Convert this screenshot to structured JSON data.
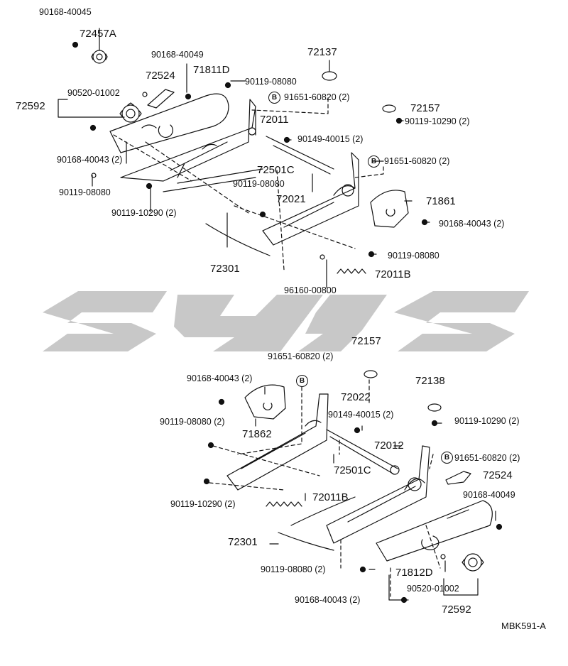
{
  "diagram_code": "MBK591-A",
  "bolt_symbol": "B",
  "upper_assembly": {
    "parts": [
      {
        "id": "p-90168-40045",
        "text": "90168-40045"
      },
      {
        "id": "p-72457a",
        "text": "72457A"
      },
      {
        "id": "p-90168-40049",
        "text": "90168-40049"
      },
      {
        "id": "p-72137",
        "text": "72137"
      },
      {
        "id": "p-72524",
        "text": "72524"
      },
      {
        "id": "p-71811d",
        "text": "71811D"
      },
      {
        "id": "p-90119-08080-a",
        "text": "90119-08080"
      },
      {
        "id": "p-90520-01002",
        "text": "90520-01002"
      },
      {
        "id": "p-72592",
        "text": "72592"
      },
      {
        "id": "p-91651-60820-a",
        "text": "91651-60820 (2)"
      },
      {
        "id": "p-72157",
        "text": "72157"
      },
      {
        "id": "p-72011",
        "text": "72011"
      },
      {
        "id": "p-90119-10290-a",
        "text": "90119-10290 (2)"
      },
      {
        "id": "p-90149-40015",
        "text": "90149-40015 (2)"
      },
      {
        "id": "p-90168-40043-a",
        "text": "90168-40043 (2)"
      },
      {
        "id": "p-72501c",
        "text": "72501C"
      },
      {
        "id": "p-91651-60820-b",
        "text": "91651-60820 (2)"
      },
      {
        "id": "p-90119-08080-b",
        "text": "90119-08080"
      },
      {
        "id": "p-90119-08080-c",
        "text": "90119-08080"
      },
      {
        "id": "p-72021",
        "text": "72021"
      },
      {
        "id": "p-71861",
        "text": "71861"
      },
      {
        "id": "p-90119-10290-b",
        "text": "90119-10290 (2)"
      },
      {
        "id": "p-90168-40043-b",
        "text": "90168-40043 (2)"
      },
      {
        "id": "p-72301",
        "text": "72301"
      },
      {
        "id": "p-90119-08080-d",
        "text": "90119-08080"
      },
      {
        "id": "p-72011b",
        "text": "72011B"
      },
      {
        "id": "p-96160-00800",
        "text": "96160-00800"
      }
    ]
  },
  "lower_assembly": {
    "parts": [
      {
        "id": "q-72157",
        "text": "72157"
      },
      {
        "id": "q-91651-60820-a",
        "text": "91651-60820 (2)"
      },
      {
        "id": "q-90168-40043-a",
        "text": "90168-40043 (2)"
      },
      {
        "id": "q-72138",
        "text": "72138"
      },
      {
        "id": "q-72022",
        "text": "72022"
      },
      {
        "id": "q-90149-40015",
        "text": "90149-40015 (2)"
      },
      {
        "id": "q-90119-08080-a",
        "text": "90119-08080 (2)"
      },
      {
        "id": "q-90119-10290-a",
        "text": "90119-10290 (2)"
      },
      {
        "id": "q-71862",
        "text": "71862"
      },
      {
        "id": "q-72012",
        "text": "72012"
      },
      {
        "id": "q-91651-60820-b",
        "text": "91651-60820 (2)"
      },
      {
        "id": "q-72501c",
        "text": "72501C"
      },
      {
        "id": "q-72524",
        "text": "72524"
      },
      {
        "id": "q-90168-40049",
        "text": "90168-40049"
      },
      {
        "id": "q-90119-10290-b",
        "text": "90119-10290 (2)"
      },
      {
        "id": "q-72011b",
        "text": "72011B"
      },
      {
        "id": "q-72301",
        "text": "72301"
      },
      {
        "id": "q-90119-08080-b",
        "text": "90119-08080 (2)"
      },
      {
        "id": "q-71812d",
        "text": "71812D"
      },
      {
        "id": "q-90520-01002",
        "text": "90520-01002"
      },
      {
        "id": "q-90168-40043-b",
        "text": "90168-40043 (2)"
      },
      {
        "id": "q-72592",
        "text": "72592"
      }
    ]
  },
  "colors": {
    "ink": "#111111",
    "watermark": "#c8c8c8",
    "background": "#ffffff"
  }
}
